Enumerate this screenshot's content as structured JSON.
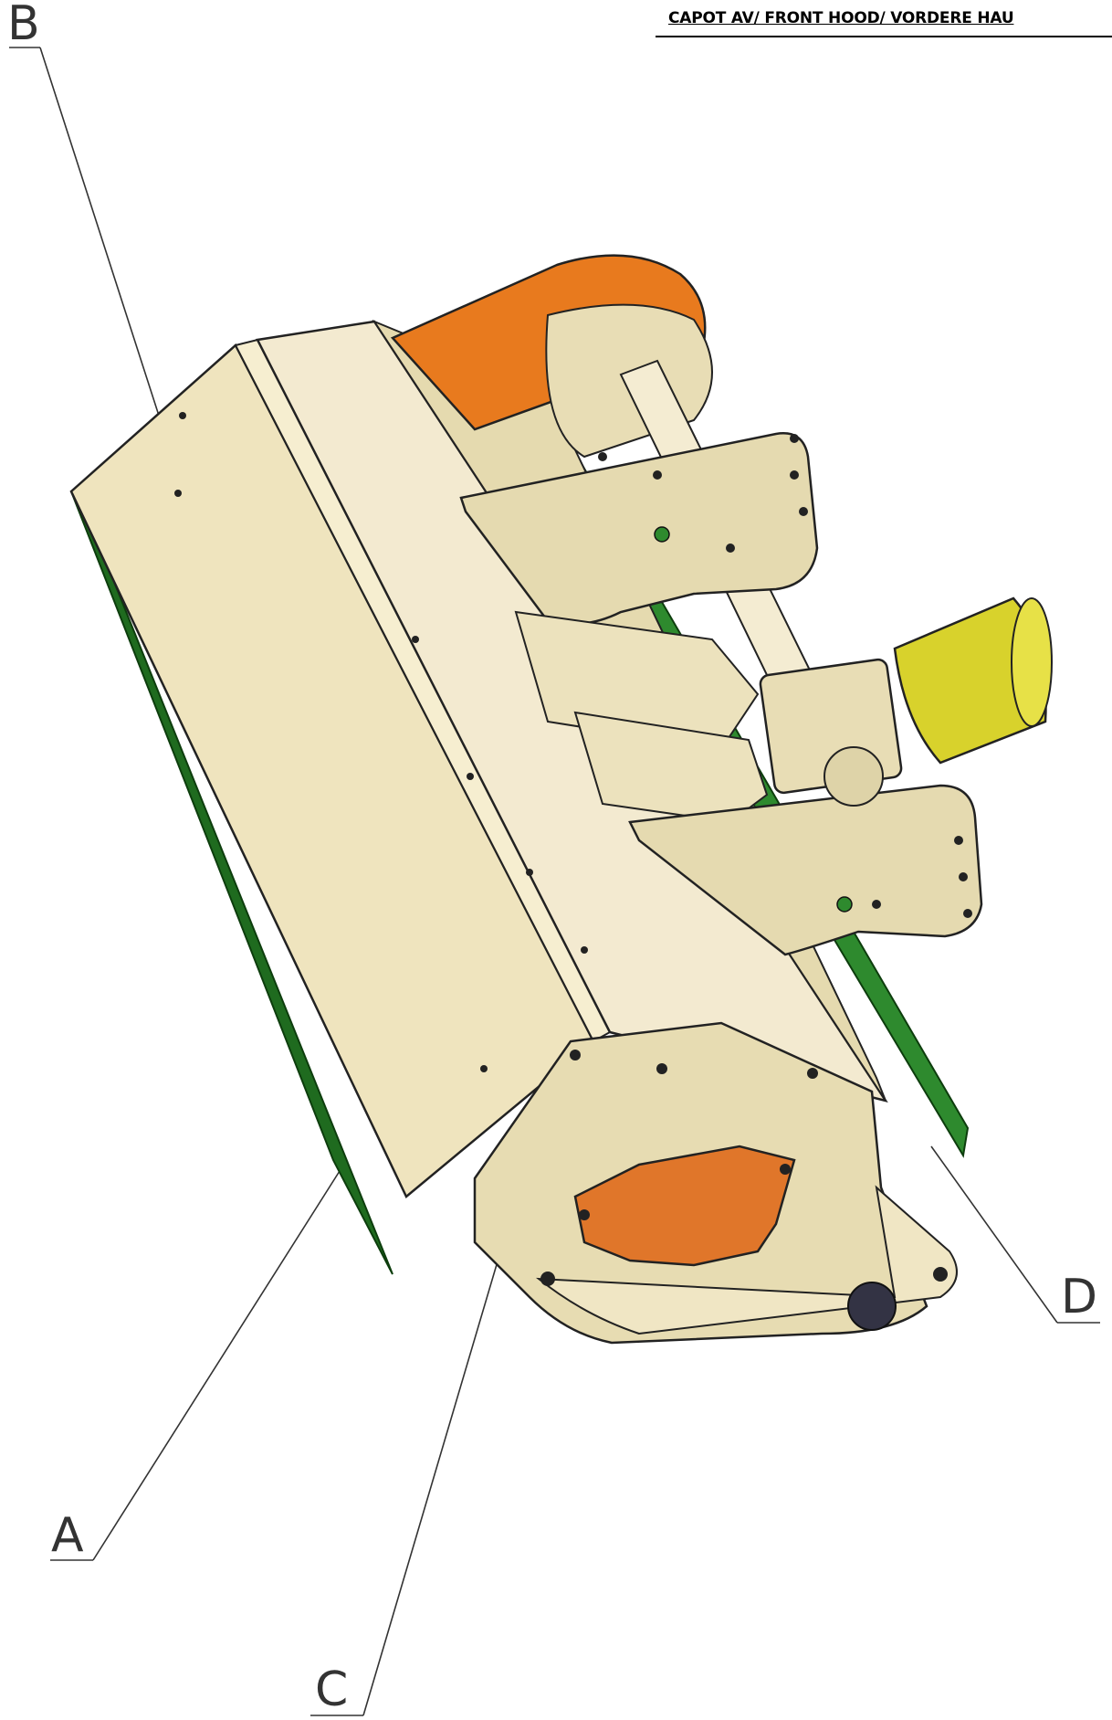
{
  "header": {
    "title": "CAPOT AV/ FRONT HOOD/  VORDERE HAU"
  },
  "callouts": {
    "a": "A",
    "b": "B",
    "c": "C",
    "d": "D"
  },
  "colors": {
    "hood_cream": "#efe4be",
    "hood_shadow": "#d9cda4",
    "skid_green": "#1f6b1f",
    "belt_orange": "#e87a1e",
    "pto_yellow": "#d8d22c",
    "outline": "#222222"
  }
}
